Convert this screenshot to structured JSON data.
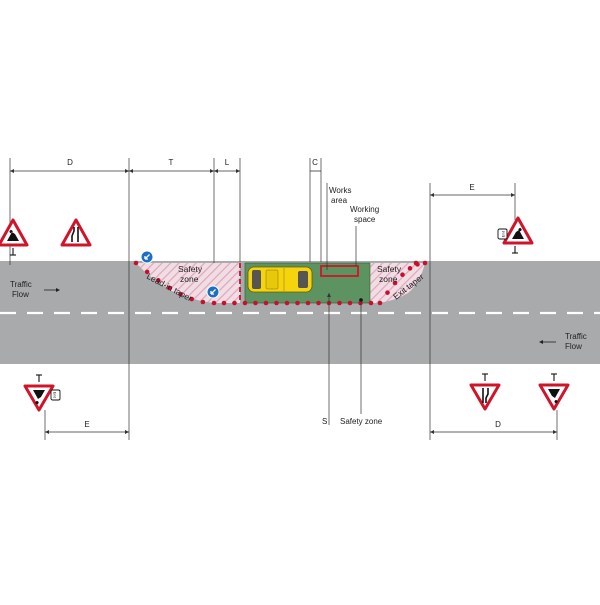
{
  "dimensions": {
    "d_left": "D",
    "t": "T",
    "l": "L",
    "c": "C",
    "e_right": "E",
    "e_left": "E",
    "d_right": "D",
    "s": "S"
  },
  "labels": {
    "works_area": [
      "Works",
      "area"
    ],
    "working_space": [
      "Working",
      "space"
    ],
    "traffic_flow_left": [
      "Traffic",
      "Flow"
    ],
    "traffic_flow_right": [
      "Traffic",
      "Flow"
    ],
    "safety_zone_lead": [
      "Safety",
      "zone"
    ],
    "safety_zone_exit": [
      "Safety",
      "zone"
    ],
    "lead_in_taper": "Lead-in taper",
    "exit_taper": "Exit taper",
    "safety_zone_bottom": "Safety zone"
  },
  "sign_plates": {
    "end_plate": "End"
  },
  "colors": {
    "road": "#a8aaab",
    "lane_marking": "#ffffff",
    "sign_border": "#d0152b",
    "cone": "#c8102e",
    "keep_left_sign": "#1d6fc4",
    "works_area_fill": "#5d9360",
    "vehicle": "#f5d40f",
    "hatch": "#e3b8c6"
  },
  "icons": [
    "roadworks-sign-icon",
    "road-narrows-sign-icon",
    "keep-left-sign-icon",
    "end-plate-icon",
    "arrow-right-icon",
    "arrow-left-icon",
    "traffic-cone-icon",
    "works-vehicle-icon"
  ]
}
